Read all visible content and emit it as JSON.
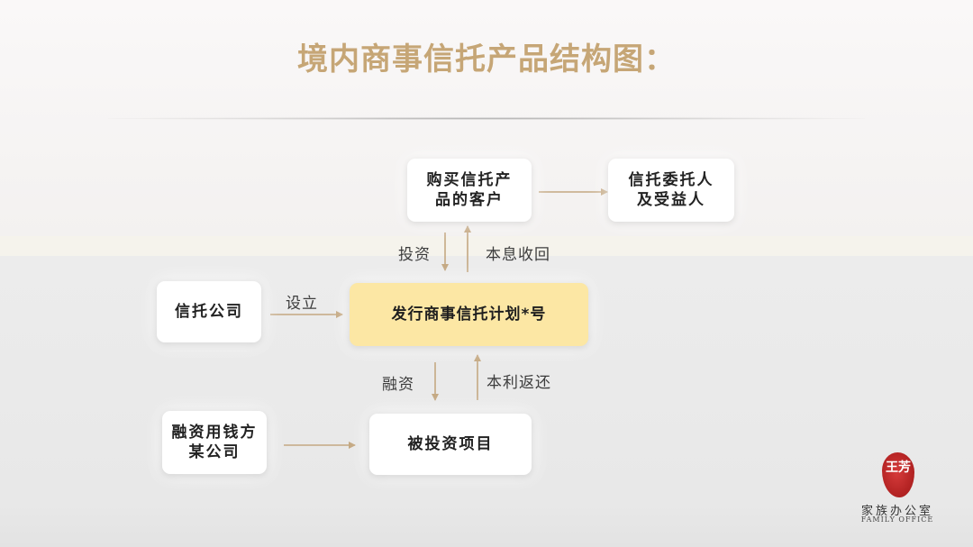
{
  "title": "境内商事信托产品结构图：",
  "nodes": {
    "customer": "购买信托产\n品的客户",
    "settlor": "信托委托人\n及受益人",
    "trust_company": "信托公司",
    "plan": "发行商事信托计划*号",
    "borrower": "融资用钱方\n某公司",
    "project": "被投资项目"
  },
  "edge_labels": {
    "invest": "投资",
    "principal_interest_return": "本息收回",
    "establish": "设立",
    "financing": "融资",
    "principal_profit_return": "本利返还"
  },
  "logo": {
    "seal_text": "王芳",
    "name_cn": "家族办公室",
    "name_en": "FAMILY OFFICE"
  },
  "colors": {
    "title": "#c6a676",
    "arrow": "#c4a882",
    "highlight_node": "#fce7a4",
    "seal": "#b52424"
  }
}
